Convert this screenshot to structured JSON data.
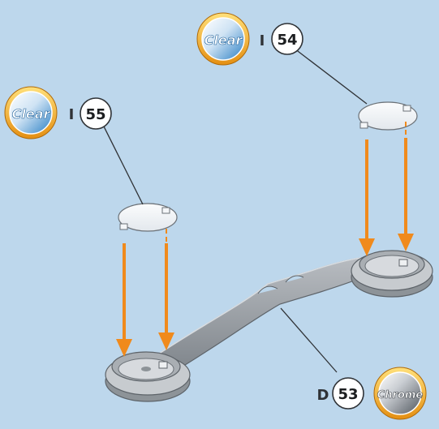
{
  "colors": {
    "background": "#bdd7ec",
    "arrow": "#f08a1c",
    "badge_ring": "#f5b82e",
    "stand": "#9ea3a8"
  },
  "callouts": {
    "top_right": {
      "material": "Clear",
      "letter": "I",
      "number": "54"
    },
    "top_left": {
      "material": "Clear",
      "letter": "I",
      "number": "55"
    },
    "bottom": {
      "material": "Chrome",
      "letter": "D",
      "number": "53"
    }
  },
  "icons": [
    "clear-badge-icon",
    "chrome-badge-icon",
    "down-arrow-icon"
  ]
}
